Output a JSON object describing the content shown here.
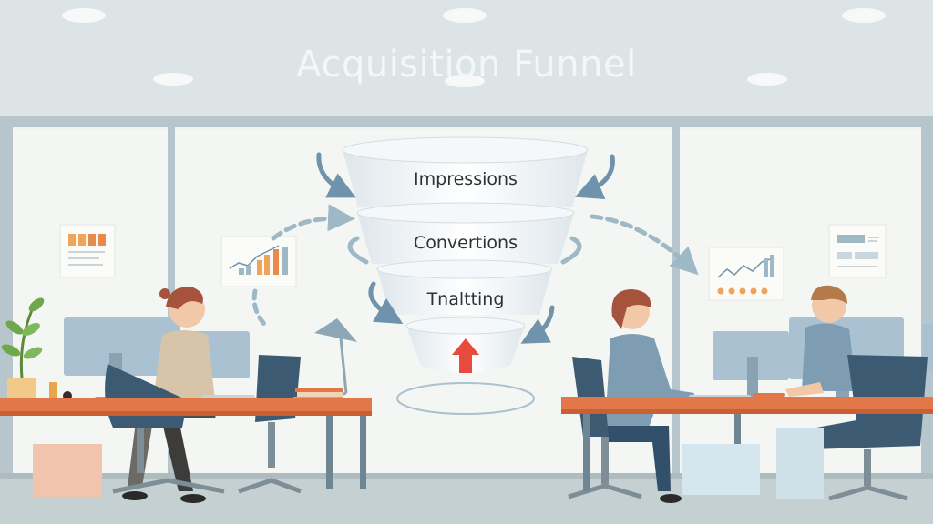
{
  "title": "Acquisition Funnel",
  "funnel": {
    "stages": [
      {
        "label": "Impressions"
      },
      {
        "label": "Convertions"
      },
      {
        "label": "Tnaltting"
      }
    ]
  },
  "colors": {
    "wall": "#dfe6e6",
    "desk_top": "#e2784a",
    "chair": "#3d5a73",
    "monitor": "#a9c1d0",
    "arrow": "#e84b3c",
    "accent_blue": "#6f93ac"
  },
  "icons": [
    "up-arrow-icon",
    "plant-icon",
    "lamp-icon",
    "curved-arrow-icon"
  ]
}
